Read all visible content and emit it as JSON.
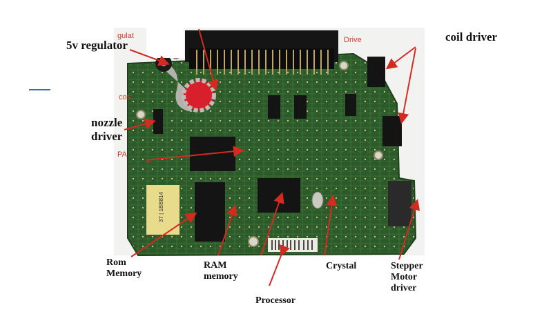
{
  "labels": {
    "regulator": "5v regulator",
    "coil_driver": "coil driver",
    "nozzle_driver": "nozzle\ndriver",
    "rom_memory": "Rom\nMemory",
    "ram_memory": "RAM\nmemory",
    "crystal": "Crystal",
    "stepper_driver": "Stepper\nMotor\ndriver",
    "processor": "Processor"
  },
  "photo_text": {
    "drive": "Drive",
    "reg_fragment": "gulat",
    "cos_fragment": "cos",
    "pa_fragment": "PA"
  },
  "chip_text": {
    "rom_sticker": "37 | 1BB814"
  },
  "colors": {
    "arrow": "#d42a1f",
    "board": "#2f5a2c",
    "chip": "#141414"
  }
}
